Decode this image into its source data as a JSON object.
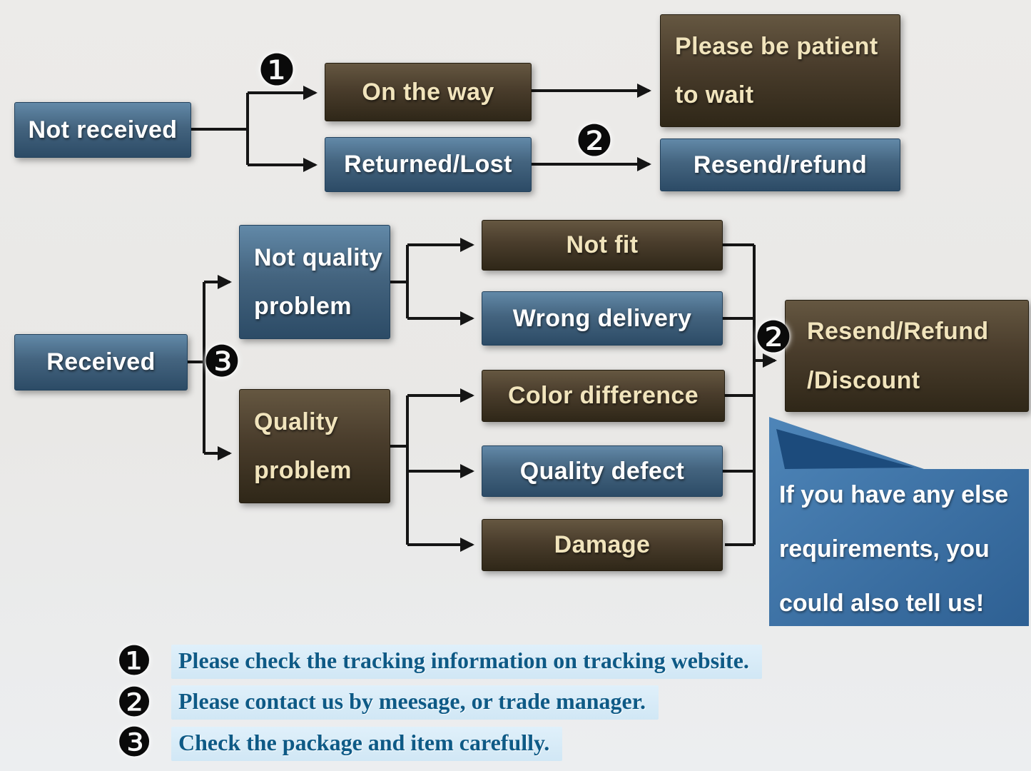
{
  "nodes": {
    "not_received": {
      "label": "Not received"
    },
    "on_the_way": {
      "label": "On the way"
    },
    "returned_lost": {
      "label": "Returned/Lost"
    },
    "be_patient": {
      "line1": "Please be patient",
      "line2": "to wait"
    },
    "resend_refund": {
      "label": "Resend/refund"
    },
    "received": {
      "label": "Received"
    },
    "not_quality_problem": {
      "line1": "Not quality",
      "line2": "problem"
    },
    "quality_problem": {
      "line1": "Quality",
      "line2": "problem"
    },
    "not_fit": {
      "label": "Not fit"
    },
    "wrong_delivery": {
      "label": "Wrong delivery"
    },
    "color_difference": {
      "label": "Color difference"
    },
    "quality_defect": {
      "label": "Quality defect"
    },
    "damage": {
      "label": "Damage"
    },
    "resend_refund_discount": {
      "line1": "Resend/Refund",
      "line2": "/Discount"
    },
    "note_bubble": {
      "line1": "If you have any else",
      "line2": "requirements, you",
      "line3": "could also tell us!"
    }
  },
  "markers": {
    "step1": "❶",
    "step2": "❷",
    "step3": "❸"
  },
  "legend": {
    "items": [
      {
        "num": "❶",
        "text": "Please check the tracking information on tracking website."
      },
      {
        "num": "❷",
        "text": "Please contact us by meesage, or trade manager."
      },
      {
        "num": "❸",
        "text": "Check the package and item carefully."
      }
    ]
  },
  "colors": {
    "background": "#eae9e7",
    "blue_box_top": "#6289a8",
    "blue_box_bottom": "#2c4b66",
    "brown_box_top": "#655741",
    "brown_box_bottom": "#2f2718",
    "blue_box_text": "#ffffff",
    "brown_box_text": "#f1e4bc",
    "arrow": "#151515",
    "legend_text": "#0e5a86",
    "legend_highlight": "#d9ecf8",
    "bubble_top": "#4e85b8",
    "bubble_bottom": "#2e6093",
    "bubble_fold": "#1c4b7c"
  }
}
